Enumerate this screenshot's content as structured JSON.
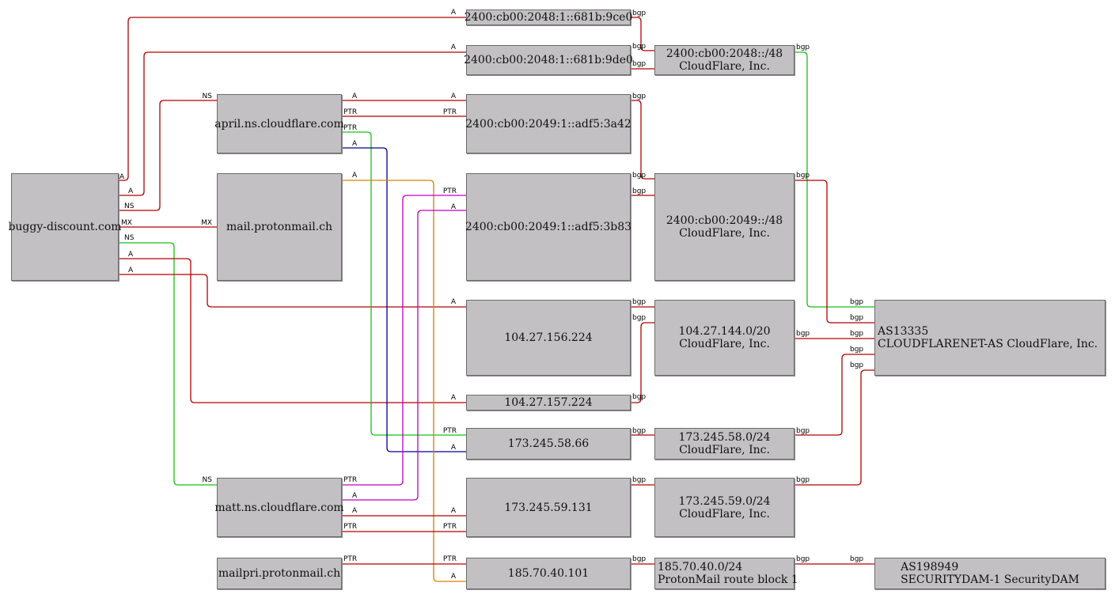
{
  "colors": {
    "red": "#b40000",
    "green": "#16c016",
    "blue": "#00008c",
    "magenta": "#c000c0",
    "orange": "#d98000",
    "node_fill": "#c3c0c3"
  },
  "nodes": {
    "buggy": "buggy-discount.com",
    "april": "april.ns.cloudflare.com",
    "mail_proton": "mail.protonmail.ch",
    "matt": "matt.ns.cloudflare.com",
    "mailpri": "mailpri.protonmail.ch",
    "ip_9ce0": "2400:cb00:2048:1::681b:9ce0",
    "ip_9de0": "2400:cb00:2048:1::681b:9de0",
    "ip_3a42": "2400:cb00:2049:1::adf5:3a42",
    "ip_3b83": "2400:cb00:2049:1::adf5:3b83",
    "ip_104_156": "104.27.156.224",
    "ip_104_157": "104.27.157.224",
    "ip_173_58": "173.245.58.66",
    "ip_173_59": "173.245.59.131",
    "ip_185": "185.70.40.101",
    "pfx_2048": {
      "l1": "2400:cb00:2048::/48",
      "l2": "CloudFlare, Inc."
    },
    "pfx_2049": {
      "l1": "2400:cb00:2049::/48",
      "l2": "CloudFlare, Inc."
    },
    "pfx_104": {
      "l1": "104.27.144.0/20",
      "l2": "CloudFlare, Inc."
    },
    "pfx_173_58": {
      "l1": "173.245.58.0/24",
      "l2": "CloudFlare, Inc."
    },
    "pfx_173_59": {
      "l1": "173.245.59.0/24",
      "l2": "CloudFlare, Inc."
    },
    "pfx_185": {
      "l1": "185.70.40.0/24",
      "l2": "ProtonMail route block 1"
    },
    "as_13335": {
      "l1": "AS13335",
      "l2": "CLOUDFLARENET-AS CloudFlare, Inc."
    },
    "as_198949": {
      "l1": "AS198949",
      "l2": "SECURITYDAM-1 SecurityDAM"
    }
  },
  "edge_labels": {
    "A": "A",
    "NS": "NS",
    "MX": "MX",
    "PTR": "PTR",
    "bgp": "bgp"
  }
}
